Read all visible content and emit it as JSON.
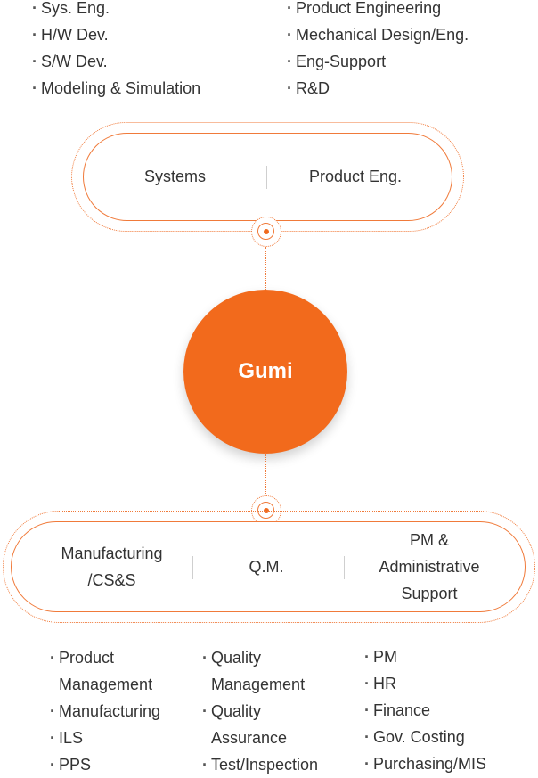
{
  "top_left_list": [
    "Sys. Eng.",
    "H/W Dev.",
    "S/W Dev.",
    "Modeling & Simulation"
  ],
  "top_right_list": [
    "Product Engineering",
    "Mechanical Design/Eng.",
    "Eng-Support",
    "R&D"
  ],
  "top_pill": {
    "left": "Systems",
    "right": "Product Eng."
  },
  "center": {
    "label": "Gumi"
  },
  "bottom_pill": {
    "left": "Manufacturing /CS&S",
    "middle": "Q.M.",
    "right": "PM & Administrative Support"
  },
  "bottom_lists": [
    [
      "Product Management",
      "Manufacturing",
      "ILS",
      "PPS"
    ],
    [
      "Quality Management",
      "Quality Assurance",
      "Test/Inspection"
    ],
    [
      "PM",
      "HR",
      "Finance",
      "Gov. Costing",
      "Purchasing/MIS"
    ]
  ],
  "colors": {
    "accent": "#f26a1c",
    "text": "#333333"
  }
}
